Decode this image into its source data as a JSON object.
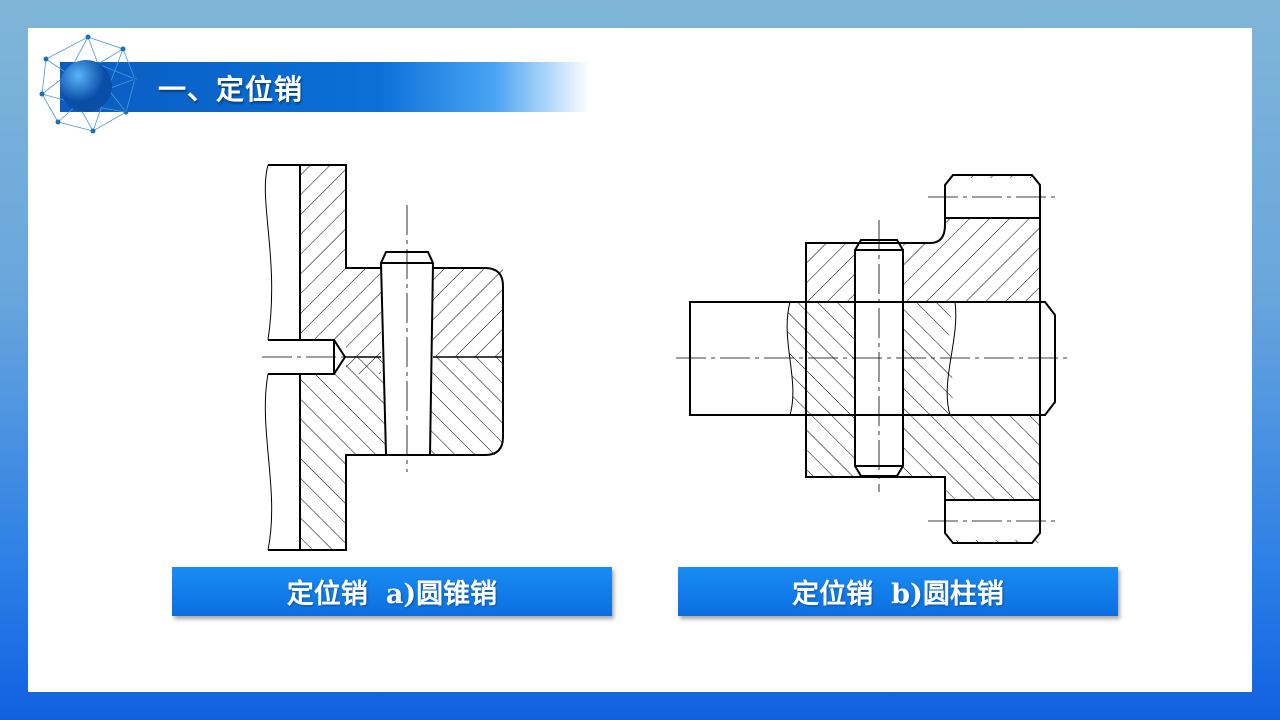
{
  "slide": {
    "title": "一、定位销",
    "figures": [
      {
        "caption_main": "定位销",
        "caption_sub": "a)圆锥销"
      },
      {
        "caption_main": "定位销",
        "caption_sub": "b)圆柱销"
      }
    ]
  },
  "colors": {
    "accent": "#0a6fe0",
    "title_bar": "#0a5cc0"
  }
}
